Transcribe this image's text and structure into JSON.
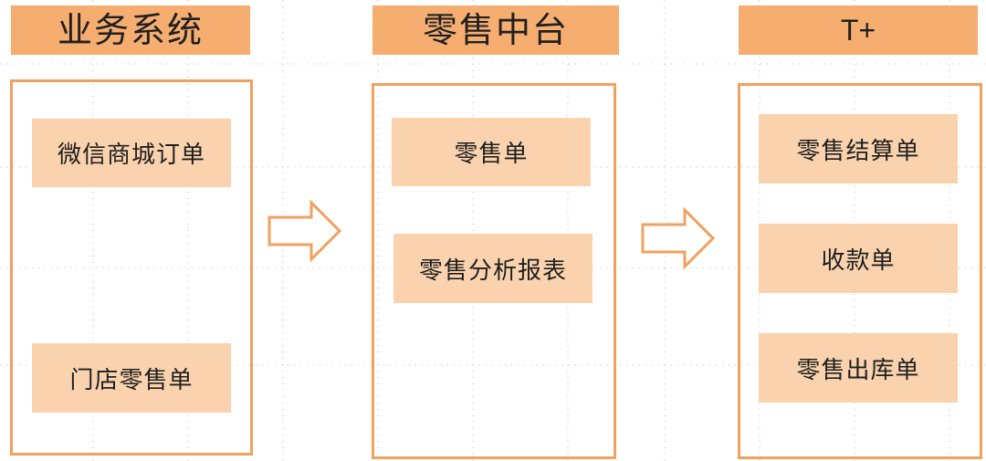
{
  "columns": [
    {
      "header": "业务系统",
      "items": [
        "微信商城订单",
        "门店零售单"
      ]
    },
    {
      "header": "零售中台",
      "items": [
        "零售单",
        "零售分析报表"
      ]
    },
    {
      "header": "T+",
      "items": [
        "零售结算单",
        "收款单",
        "零售出库单"
      ]
    }
  ],
  "colors": {
    "header_fill": "#f6ad70",
    "item_fill": "#fad3ae",
    "frame_stroke": "#f0a15f",
    "arrow_stroke": "#f0a15f"
  },
  "icons": {
    "flow_arrow": "right-arrow-icon"
  }
}
